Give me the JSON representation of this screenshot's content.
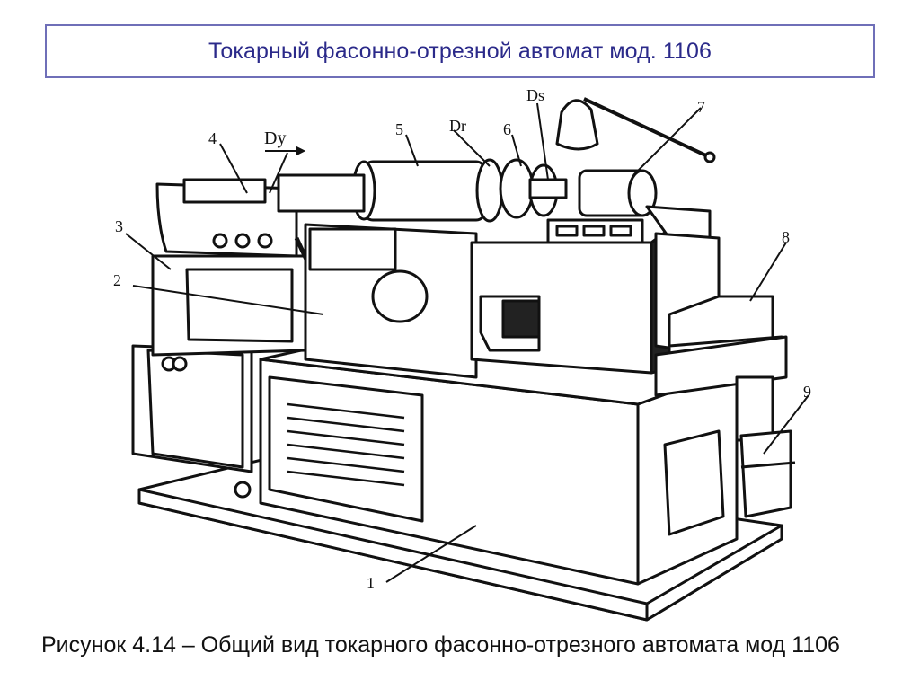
{
  "slide": {
    "title": "Токарный фасонно-отрезной автомат мод. 1106",
    "caption": "Рисунок 4.14 – Общий вид токарного фасонно-отрезного автомата мод 1106"
  },
  "figure": {
    "labels": {
      "l1": "1",
      "l2": "2",
      "l3": "3",
      "l4": "4",
      "l5": "5",
      "l6": "6",
      "l7": "7",
      "l8": "8",
      "l9": "9",
      "dy": "Dy",
      "dr": "Dr",
      "ds": "Ds"
    }
  },
  "colors": {
    "title_text": "#2b2a8a",
    "title_border": "#6f6fb8",
    "caption_text": "#111111"
  }
}
